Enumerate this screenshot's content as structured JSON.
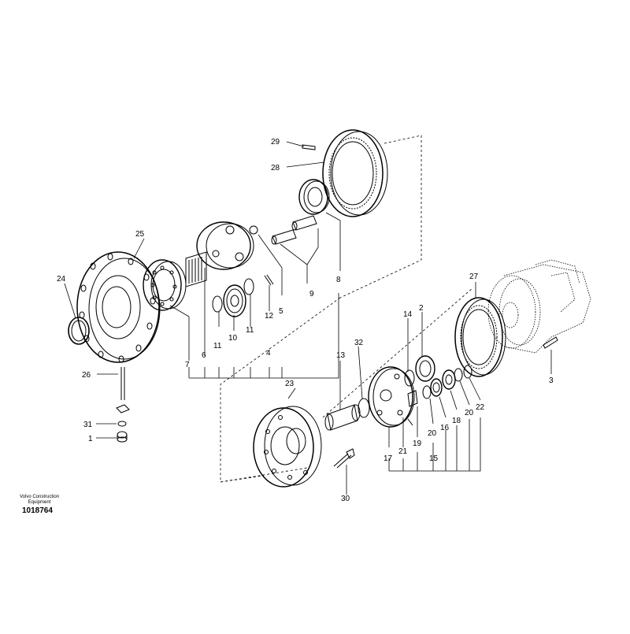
{
  "caption": {
    "brand_line1": "Volvo Construction",
    "brand_line2": "Equipment",
    "drawing_number": "1018764"
  },
  "callouts": {
    "c1": "1",
    "c2": "2",
    "c3": "3",
    "c4": "4",
    "c5": "5",
    "c6": "6",
    "c7": "7",
    "c8": "8",
    "c9": "9",
    "c10": "10",
    "c11a": "11",
    "c11b": "11",
    "c12": "12",
    "c13": "13",
    "c14": "14",
    "c15": "15",
    "c16": "16",
    "c17": "17",
    "c18": "18",
    "c19": "19",
    "c20a": "20",
    "c20b": "20",
    "c21": "21",
    "c22": "22",
    "c23": "23",
    "c24": "24",
    "c25": "25",
    "c26": "26",
    "c27": "27",
    "c28": "28",
    "c29": "29",
    "c30": "30",
    "c31": "31",
    "c32": "32"
  }
}
